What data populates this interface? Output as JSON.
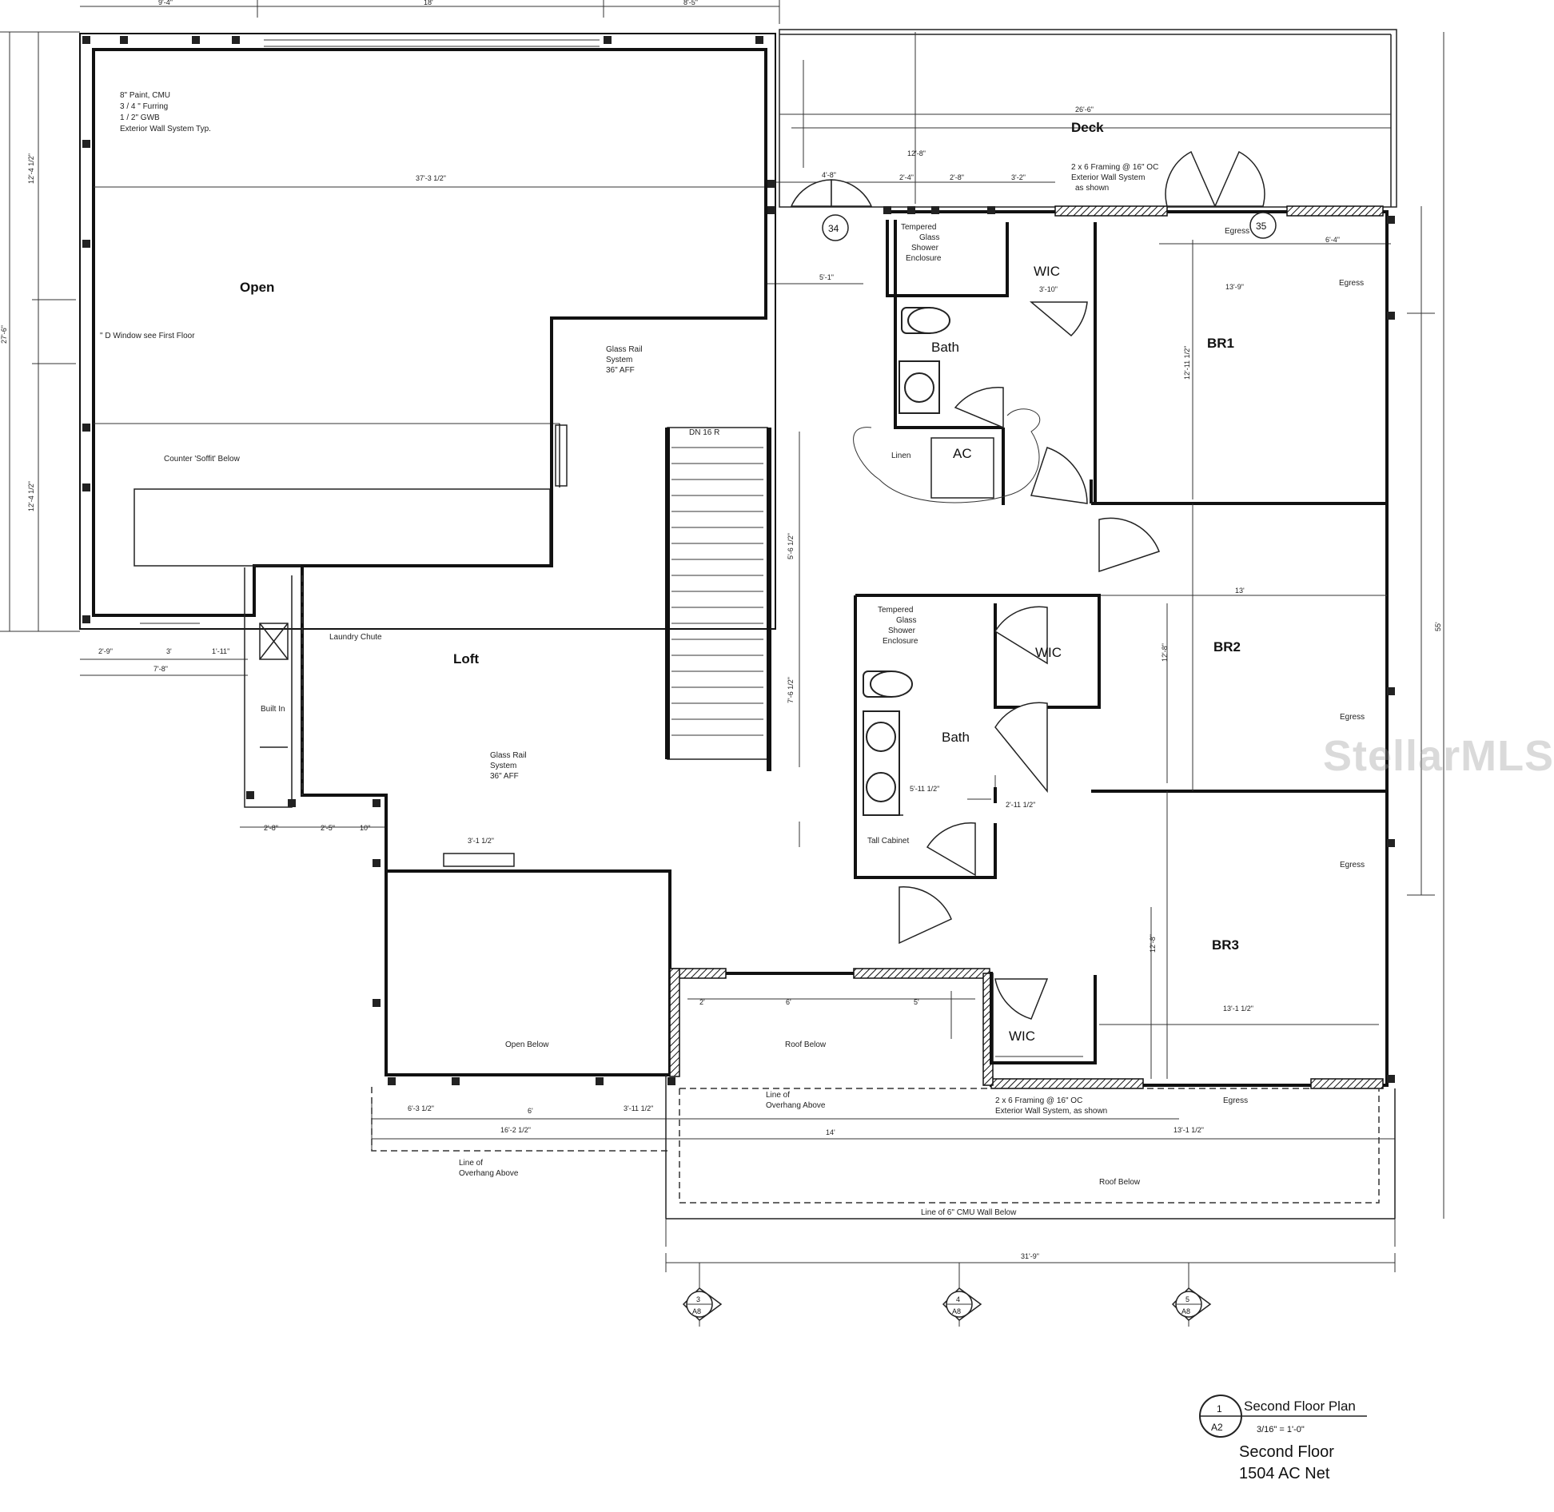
{
  "rooms": {
    "open": "Open",
    "loft": "Loft",
    "deck": "Deck",
    "br1": "BR1",
    "br2": "BR2",
    "br3": "BR3",
    "bath1": "Bath",
    "bath2": "Bath",
    "wic1": "WIC",
    "wic2": "WIC",
    "wic3": "WIC",
    "ac": "AC",
    "linen": "Linen",
    "tall_cabinet": "Tall Cabinet",
    "built_in": "Built In",
    "laundry_chute": "Laundry Chute",
    "open_below": "Open Below",
    "roof_below_1": "Roof Below",
    "roof_below_2": "Roof Below"
  },
  "notes": {
    "wall_system": [
      "8\" Paint, CMU",
      "3 / 4 \" Furring",
      "1 / 2\" GWB",
      "Exterior Wall System Typ."
    ],
    "window_note": "\" D Window see First Floor",
    "counter_soffit": "Counter 'Soffit' Below",
    "glass_rail_1": [
      "Glass Rail",
      "System",
      "36\" AFF"
    ],
    "glass_rail_2": [
      "Glass Rail",
      "System",
      "36\" AFF"
    ],
    "framing_deck": [
      "2 x 6 Framing @ 16\" OC",
      "Exterior Wall System",
      "as shown"
    ],
    "framing_south": [
      "2 x 6 Framing @ 16\" OC",
      "Exterior Wall System, as shown"
    ],
    "shower_1": [
      "Tempered",
      "Glass",
      "Shower",
      "Enclosure"
    ],
    "shower_2": [
      "Tempered",
      "Glass",
      "Shower",
      "Enclosure"
    ],
    "stair": "DN 16 R",
    "egress": "Egress",
    "overhang_1": [
      "Line of",
      "Overhang Above"
    ],
    "overhang_2": [
      "Line of",
      "Overhang Above"
    ],
    "cmu_line": "Line of 6\" CMU Wall Below"
  },
  "tags": {
    "t34": "34",
    "t35": "35",
    "grid3_num": "3",
    "grid3_sheet": "A8",
    "grid4_num": "4",
    "grid4_sheet": "A8",
    "grid5_num": "5",
    "grid5_sheet": "A8"
  },
  "dims": {
    "top_1": "9'-4\"",
    "top_2": "18'",
    "top_3": "8'-5\"",
    "left_1": "12'-4 1/2\"",
    "left_2": "27'-6\"",
    "left_3": "12'-4 1/2\"",
    "open_width": "37'-3 1/2\"",
    "deck_width": "26'-6\"",
    "deck_1": "4'-8\"",
    "deck_2": "2'-4\"",
    "deck_3": "2'-8\"",
    "deck_4": "3'-2\"",
    "deck_5": "12'-8\"",
    "d_5_1": "5'-1\"",
    "wic_w": "3'-10\"",
    "br1_w": "13'-9\"",
    "br1_h": "12'-11 1/2\"",
    "br2_w": "13'",
    "br2_h": "12'-8\"",
    "br3_w": "13'-1 1/2\"",
    "br3_h": "12'-8\"",
    "egress_w": "6'-4\"",
    "bath2_w": "5'-11 1/2\"",
    "hall_w": "2'-11 1/2\"",
    "bottom_1": "2'-9\"",
    "bottom_2": "3'",
    "bottom_3": "1'-11\"",
    "bottom_4": "7'-8\"",
    "bottom_5": "2'-8\"",
    "bottom_6": "2'-5\"",
    "bottom_7": "10\"",
    "w_3_1": "3'-1 1/2\"",
    "bot_a": "6'-3 1/2\"",
    "bot_b": "6'",
    "bot_c": "3'-11 1/2\"",
    "bot_d": "16'-2 1/2\"",
    "bot_e": "14'",
    "bot_f": "13'-1 1/2\"",
    "bot_total": "31'-9\"",
    "roof_1": "2'",
    "roof_2": "6'",
    "roof_3": "5'",
    "right_total": "55'",
    "stair_1": "5'-6 1/2\"",
    "stair_2": "7'-6 1/2\""
  },
  "title_block": {
    "detail_num": "1",
    "sheet": "A2",
    "title": "Second Floor Plan",
    "scale": "3/16\" = 1'-0\"",
    "line1": "Second Floor",
    "line2": "1504 AC  Net"
  },
  "watermark": "StellarMLS"
}
